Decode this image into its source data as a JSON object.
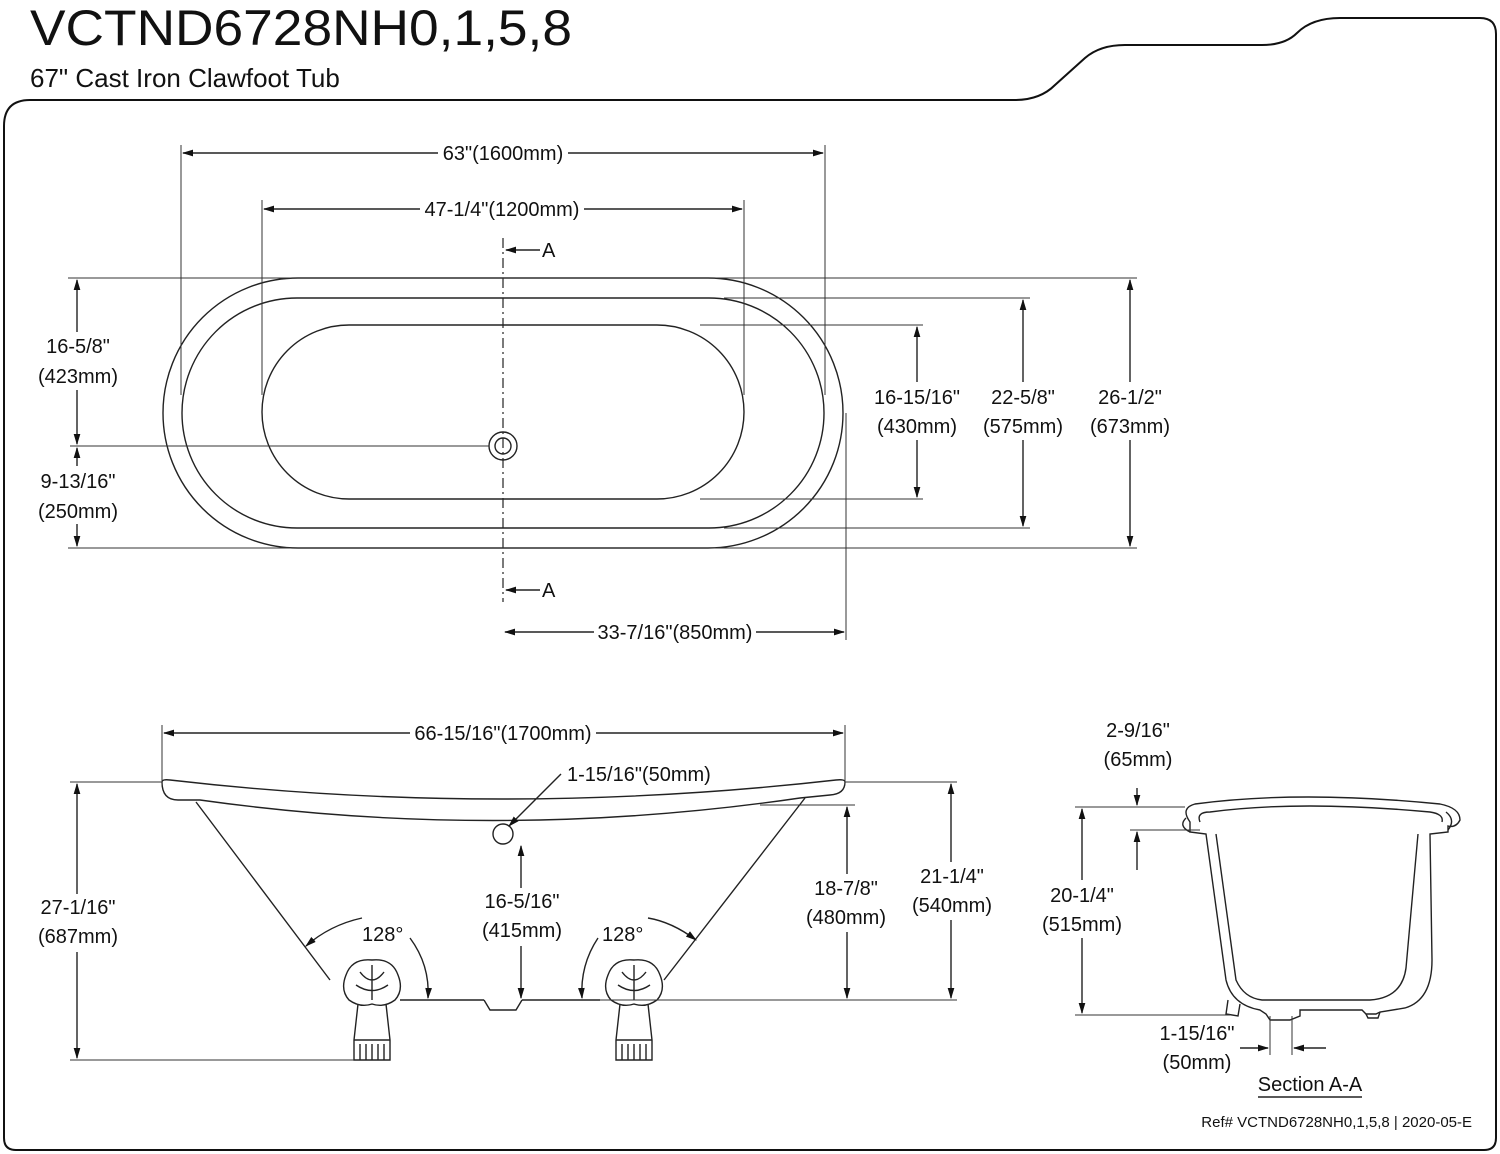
{
  "header": {
    "model": "VCTND6728NH0,1,5,8",
    "subtitle": "67\" Cast Iron Clawfoot Tub"
  },
  "top_view": {
    "overall_length": "63\"(1600mm)",
    "inner_length": "47-1/4\"(1200mm)",
    "section_mark_top": "A",
    "section_mark_bottom": "A",
    "left_upper_in": "16-5/8\"",
    "left_upper_mm": "(423mm)",
    "left_lower_in": "9-13/16\"",
    "left_lower_mm": "(250mm)",
    "inner_width_in": "16-15/16\"",
    "inner_width_mm": "(430mm)",
    "mid_width_in": "22-5/8\"",
    "mid_width_mm": "(575mm)",
    "overall_width_in": "26-1/2\"",
    "overall_width_mm": "(673mm)",
    "drain_offset": "33-7/16\"(850mm)"
  },
  "side_view": {
    "overall_length": "66-15/16\"(1700mm)",
    "drain_dia": "1-15/16\"(50mm)",
    "total_height_in": "27-1/16\"",
    "total_height_mm": "(687mm)",
    "angle_left": "128°",
    "angle_right": "128°",
    "drain_height_in": "16-5/16\"",
    "drain_height_mm": "(415mm)",
    "inner_depth_in": "18-7/8\"",
    "inner_depth_mm": "(480mm)",
    "rim_height_in": "21-1/4\"",
    "rim_height_mm": "(540mm)"
  },
  "section_view": {
    "rim_width_in": "2-9/16\"",
    "rim_width_mm": "(65mm)",
    "depth_in": "20-1/4\"",
    "depth_mm": "(515mm)",
    "drain_in": "1-15/16\"",
    "drain_mm": "(50mm)",
    "label": "Section A-A"
  },
  "footer": {
    "ref": "Ref# VCTND6728NH0,1,5,8 | 2020-05-E"
  }
}
